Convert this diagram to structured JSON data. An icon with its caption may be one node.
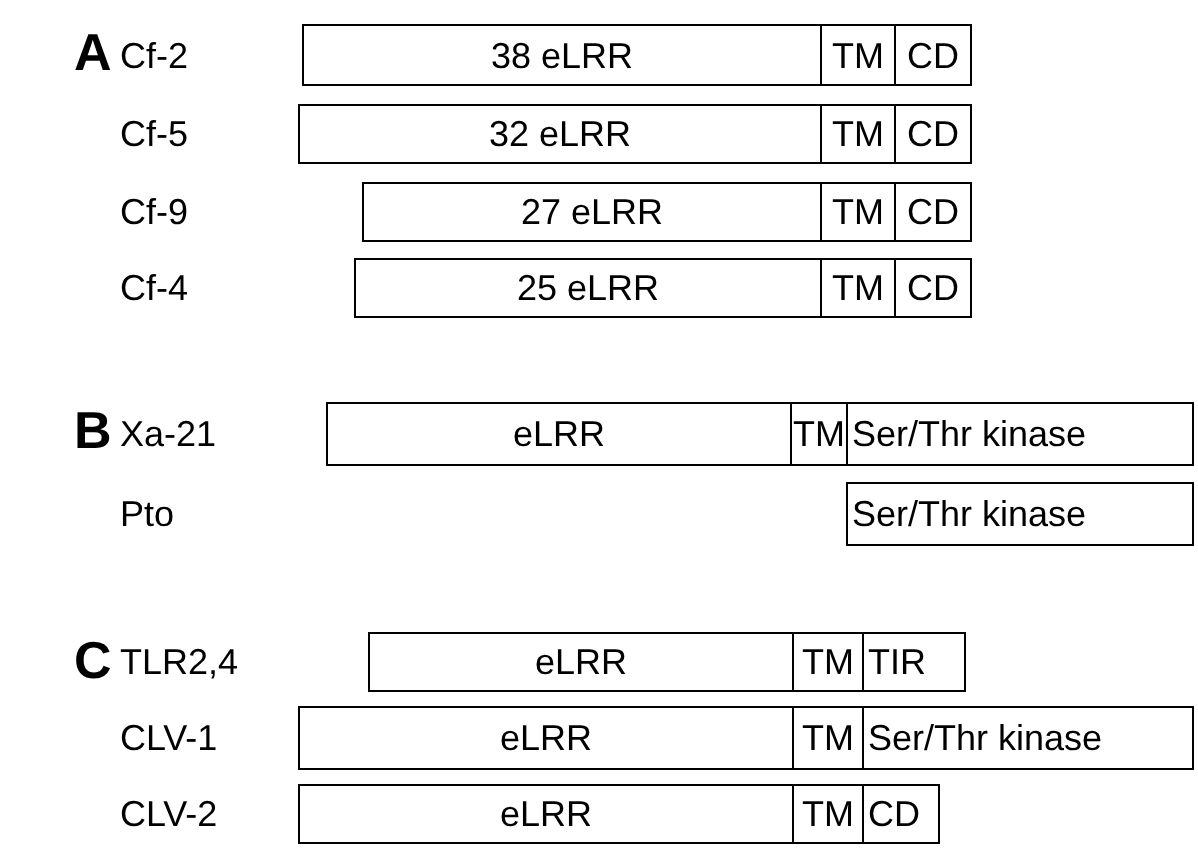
{
  "diagram": {
    "nodes": [
      {
        "text": [
          "38 eLRR"
        ]
      },
      {
        "text": [
          "TM"
        ]
      },
      {
        "text": [
          "CD"
        ]
      },
      {
        "text": [
          "32 eLRR"
        ]
      },
      {
        "text": [
          "TM"
        ]
      },
      {
        "text": [
          "CD"
        ]
      },
      {
        "text": [
          "27 eLRR"
        ]
      },
      {
        "text": [
          "TM"
        ]
      },
      {
        "text": [
          "CD"
        ]
      },
      {
        "text": [
          "25 eLRR"
        ]
      },
      {
        "text": [
          "TM"
        ]
      },
      {
        "text": [
          "CD"
        ]
      },
      {
        "text": [
          "eLRR"
        ]
      },
      {
        "text": [
          "TM"
        ]
      },
      {
        "text": [
          "Ser/Thr kinase"
        ]
      },
      {
        "text": [
          "Ser/Thr kinase"
        ]
      },
      {
        "text": [
          "eLRR"
        ]
      },
      {
        "text": [
          "TM"
        ]
      },
      {
        "text": [
          "TIR"
        ]
      },
      {
        "text": [
          "eLRR"
        ]
      },
      {
        "text": [
          "TM"
        ]
      },
      {
        "text": [
          "Ser/Thr kinase"
        ]
      },
      {
        "text": [
          "eLRR"
        ]
      },
      {
        "text": [
          "TM"
        ]
      },
      {
        "text": [
          "CD"
        ]
      }
    ],
    "labels": [
      "A",
      "Cf-2",
      "Cf-5",
      "Cf-9",
      "Cf-4",
      "B",
      "Xa-21",
      "Pto",
      "C",
      "TLR2,4",
      "CLV-1",
      "CLV-2"
    ]
  }
}
